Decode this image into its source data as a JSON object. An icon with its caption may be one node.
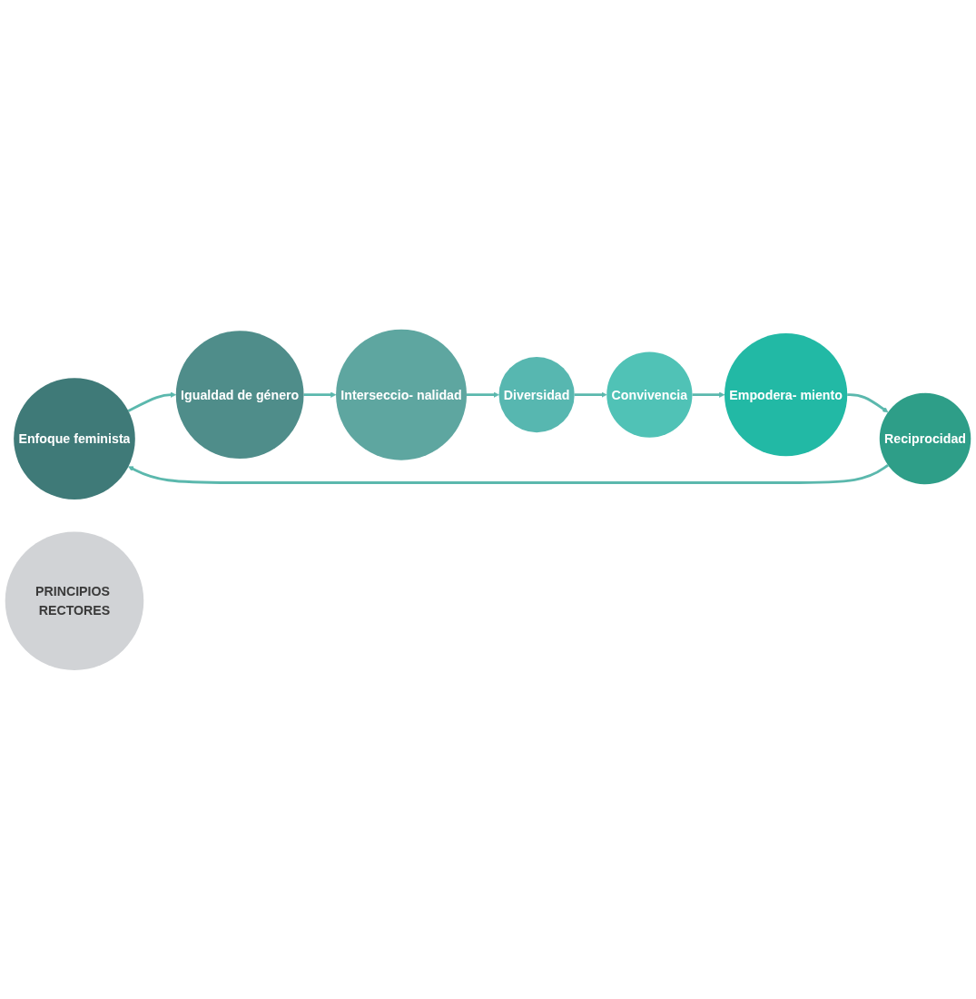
{
  "diagram": {
    "nodes": [
      {
        "text": [
          "Enfoque feminista"
        ]
      },
      {
        "text": [
          "Igualdad de género"
        ]
      },
      {
        "text": [
          "Interseccio- nalidad"
        ]
      },
      {
        "text": [
          "Diversidad"
        ]
      },
      {
        "text": [
          "Convivencia"
        ]
      },
      {
        "text": [
          "Empodera- miento"
        ]
      },
      {
        "text": [
          "Reciprocidad"
        ]
      },
      {
        "text": [
          "PRINCIPIOS RECTORES"
        ]
      }
    ],
    "edges": [
      {
        "from": 0,
        "to": 1,
        "arrow": "to"
      },
      {
        "from": 1,
        "to": 2,
        "arrow": "to"
      },
      {
        "from": 2,
        "to": 3,
        "arrow": "to"
      },
      {
        "from": 3,
        "to": 4,
        "arrow": "to"
      },
      {
        "from": 4,
        "to": 5,
        "arrow": "to"
      },
      {
        "from": 5,
        "to": 6,
        "arrow": "to"
      },
      {
        "from": 6,
        "to": 0,
        "arrow": "to"
      }
    ]
  }
}
